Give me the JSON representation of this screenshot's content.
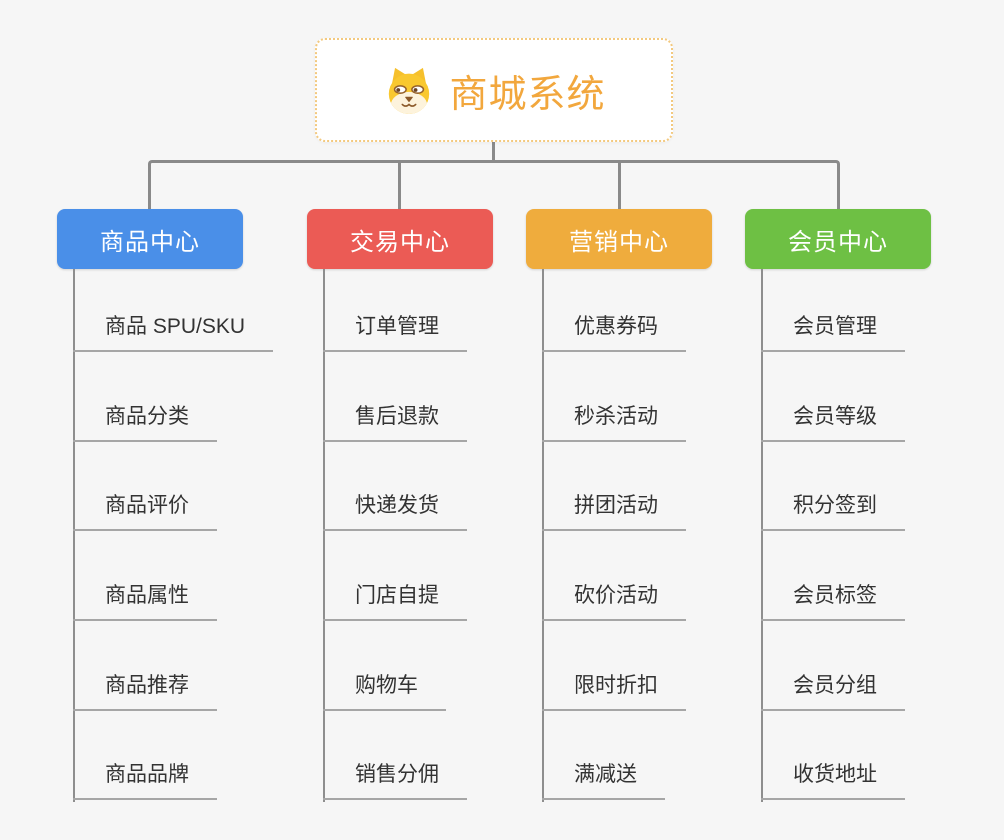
{
  "root": {
    "title": "商城系统",
    "icon": "shiba-dog-icon"
  },
  "branches": [
    {
      "label": "商品中心",
      "color": "#4A8FE8",
      "items": [
        "商品 SPU/SKU",
        "商品分类",
        "商品评价",
        "商品属性",
        "商品推荐",
        "商品品牌"
      ]
    },
    {
      "label": "交易中心",
      "color": "#EB5B55",
      "items": [
        "订单管理",
        "售后退款",
        "快递发货",
        "门店自提",
        "购物车",
        "销售分佣"
      ]
    },
    {
      "label": "营销中心",
      "color": "#EFAC3D",
      "items": [
        "优惠券码",
        "秒杀活动",
        "拼团活动",
        "砍价活动",
        "限时折扣",
        "满减送"
      ]
    },
    {
      "label": "会员中心",
      "color": "#6EC044",
      "items": [
        "会员管理",
        "会员等级",
        "积分签到",
        "会员标签",
        "会员分组",
        "收货地址"
      ]
    }
  ],
  "colors": {
    "background": "#F6F6F6",
    "root_title": "#F2A73D",
    "root_border": "#F3C97F",
    "connector": "#8A8A8A",
    "leaf_underline": "#A6A6A6",
    "leaf_text": "#333333",
    "node_text": "#FFFFFF"
  }
}
